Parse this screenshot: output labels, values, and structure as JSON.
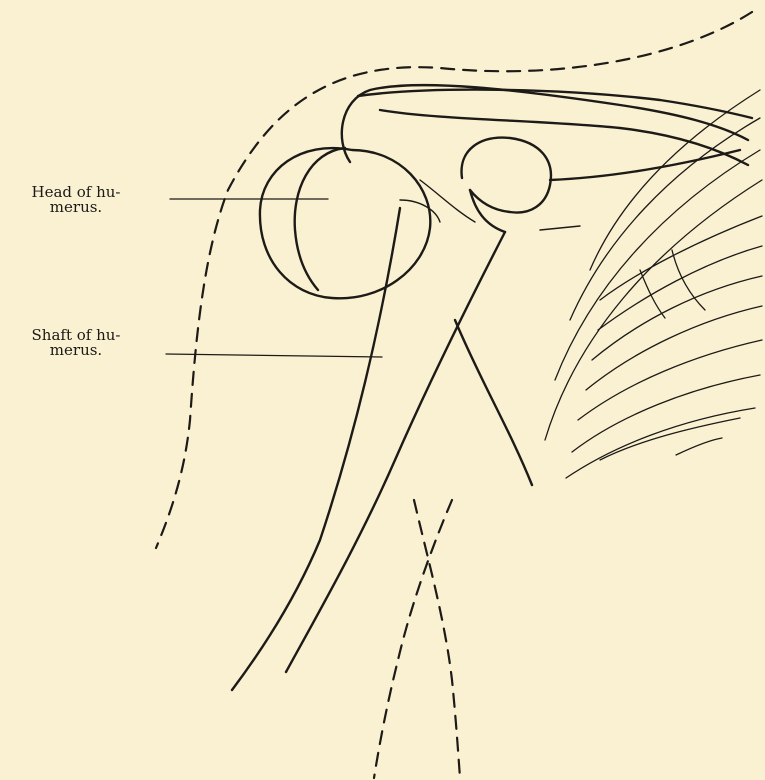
{
  "labels": {
    "head": {
      "line1": "Head of hu-",
      "line2": "merus."
    },
    "shaft": {
      "line1": "Shaft of hu-",
      "line2": "merus."
    }
  },
  "colors": {
    "paper": "#faf0d2",
    "ink": "#1d1b17"
  }
}
